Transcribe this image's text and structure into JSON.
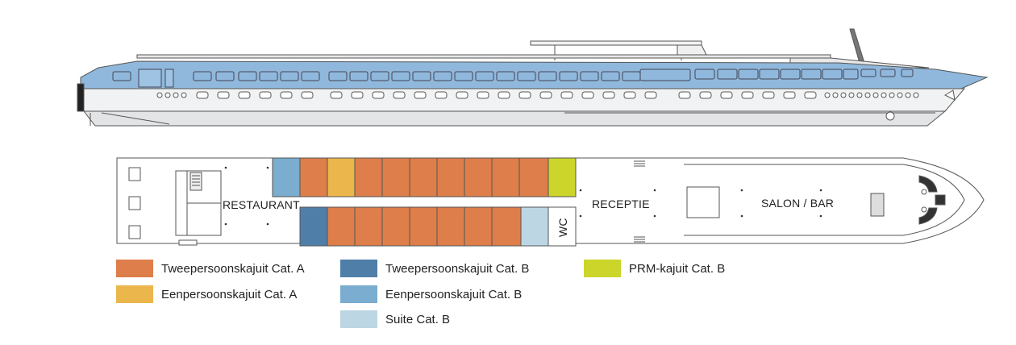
{
  "labels": {
    "restaurant": "RESTAURANT",
    "reception": "RECEPTIE",
    "salon": "SALON / BAR",
    "wc": "WC"
  },
  "legend": {
    "twin_a": {
      "label": "Tweepersoonskajuit Cat. A",
      "color": "#dd7e4b"
    },
    "single_a": {
      "label": "Eenpersoonskajuit Cat. A",
      "color": "#ebb64b"
    },
    "twin_b": {
      "label": "Tweepersoonskajuit Cat. B",
      "color": "#4f7fa8"
    },
    "single_b": {
      "label": "Eenpersoonskajuit Cat. B",
      "color": "#7aadcf"
    },
    "suite_b": {
      "label": "Suite Cat. B",
      "color": "#bcd6e4"
    },
    "prm_b": {
      "label": "PRM-kajuit Cat. B",
      "color": "#ccd52a"
    }
  },
  "colors": {
    "hull_blue": "#8fb8dc",
    "hull_grey": "#e7e8ea",
    "outline": "#555555"
  }
}
